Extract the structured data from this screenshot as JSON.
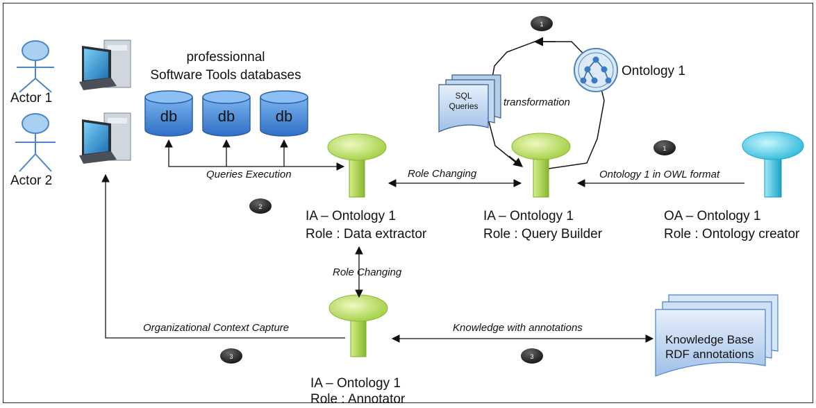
{
  "actors": [
    {
      "label": "Actor 1"
    },
    {
      "label": "Actor 2"
    }
  ],
  "databases": {
    "title_line1": "professionnal",
    "title_line2": "Software Tools databases",
    "items": [
      "db",
      "db",
      "db"
    ]
  },
  "ontology": {
    "label": "Ontology 1"
  },
  "sql": {
    "line1": "SQL",
    "line2": "Queries"
  },
  "edges": {
    "transformation": "transformation",
    "queries_execution": "Queries Execution",
    "role_changing_1": "Role Changing",
    "role_changing_2": "Role Changing",
    "owl_format": "Ontology 1 in OWL format",
    "org_context": "Organizational Context Capture",
    "knowledge": "Knowledge with annotations"
  },
  "agents": {
    "data_extractor": {
      "line1": "IA – Ontology 1",
      "line2": "Role : Data extractor"
    },
    "query_builder": {
      "line1": "IA – Ontology 1",
      "line2": "Role : Query Builder"
    },
    "ontology_creator": {
      "line1": "OA – Ontology 1",
      "line2": "Role : Ontology creator"
    },
    "annotator": {
      "line1": "IA – Ontology 1",
      "line2": "Role : Annotator"
    }
  },
  "knowledge_base": {
    "line1": "Knowledge Base",
    "line2": "RDF annotations"
  },
  "steps": [
    "1",
    "1",
    "2",
    "3",
    "3"
  ],
  "colors": {
    "db_fill": "#4f8fd8",
    "agent_green": "#b8dc5a",
    "agent_cyan": "#3cc8e0",
    "doc_fill": "#c9dcf2",
    "badge": "#1a1a1a"
  }
}
